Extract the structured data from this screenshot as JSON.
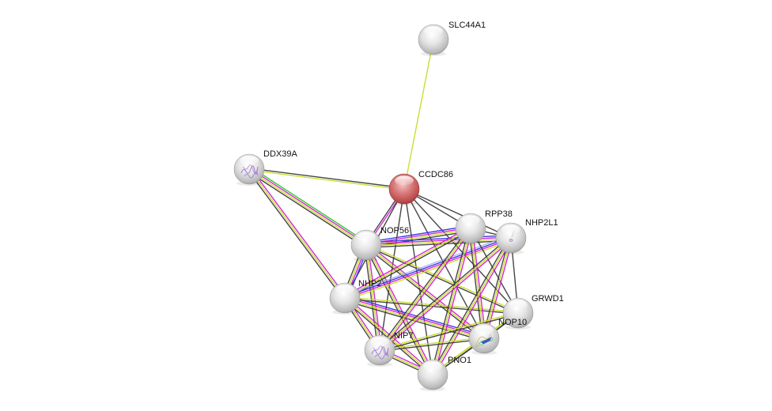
{
  "network": {
    "title": "Protein interaction network",
    "query_protein": "CCDC86",
    "colors": {
      "query_node": "#d46a6a",
      "node": "#d9d9d9",
      "label": "#111111",
      "evidence": {
        "textmining": "#c8dc28",
        "coexpression": "#3c3c3c",
        "experiments": "#d21ed2",
        "databases": "#3232e6",
        "neighborhood": "#28c828",
        "homology": "#a0a0f0"
      }
    },
    "nodes": [
      {
        "id": "SLC44A1",
        "label": "SLC44A1",
        "query": false,
        "structure": "none"
      },
      {
        "id": "CCDC86",
        "label": "CCDC86",
        "query": true,
        "structure": "none"
      },
      {
        "id": "DDX39A",
        "label": "DDX39A",
        "query": false,
        "structure": "purple-ribbon"
      },
      {
        "id": "NOP56",
        "label": "NOP56",
        "query": false,
        "structure": "none"
      },
      {
        "id": "RPP38",
        "label": "RPP38",
        "query": false,
        "structure": "none"
      },
      {
        "id": "NHP2L1",
        "label": "NHP2L1",
        "query": false,
        "structure": "small-purple"
      },
      {
        "id": "NHP2",
        "label": "NHP2",
        "query": false,
        "structure": "none"
      },
      {
        "id": "GRWD1",
        "label": "GRWD1",
        "query": false,
        "structure": "none"
      },
      {
        "id": "NOP10",
        "label": "NOP10",
        "query": false,
        "structure": "rainbow-ribbon"
      },
      {
        "id": "NIP7",
        "label": "NIP7",
        "query": false,
        "structure": "purple-ribbon"
      },
      {
        "id": "PNO1",
        "label": "PNO1",
        "query": false,
        "structure": "none"
      }
    ],
    "edges": [
      {
        "source": "CCDC86",
        "target": "SLC44A1",
        "evidence": [
          "textmining"
        ]
      },
      {
        "source": "CCDC86",
        "target": "DDX39A",
        "evidence": [
          "textmining",
          "coexpression"
        ]
      },
      {
        "source": "CCDC86",
        "target": "NOP56",
        "evidence": [
          "experiments",
          "coexpression"
        ]
      },
      {
        "source": "CCDC86",
        "target": "RPP38",
        "evidence": [
          "coexpression"
        ]
      },
      {
        "source": "CCDC86",
        "target": "NHP2L1",
        "evidence": [
          "coexpression"
        ]
      },
      {
        "source": "CCDC86",
        "target": "NHP2",
        "evidence": [
          "coexpression"
        ]
      },
      {
        "source": "CCDC86",
        "target": "NIP7",
        "evidence": [
          "coexpression"
        ]
      },
      {
        "source": "CCDC86",
        "target": "PNO1",
        "evidence": [
          "coexpression"
        ]
      },
      {
        "source": "CCDC86",
        "target": "NOP10",
        "evidence": [
          "coexpression"
        ]
      },
      {
        "source": "CCDC86",
        "target": "GRWD1",
        "evidence": [
          "coexpression"
        ]
      },
      {
        "source": "DDX39A",
        "target": "NOP56",
        "evidence": [
          "neighborhood",
          "experiments",
          "textmining",
          "coexpression"
        ]
      },
      {
        "source": "DDX39A",
        "target": "NHP2",
        "evidence": [
          "experiments",
          "textmining",
          "coexpression"
        ]
      },
      {
        "source": "NOP56",
        "target": "NHP2",
        "evidence": [
          "databases",
          "experiments",
          "textmining",
          "coexpression"
        ]
      },
      {
        "source": "NOP56",
        "target": "RPP38",
        "evidence": [
          "databases",
          "experiments",
          "textmining",
          "coexpression"
        ]
      },
      {
        "source": "NOP56",
        "target": "NHP2L1",
        "evidence": [
          "databases",
          "experiments",
          "textmining",
          "coexpression"
        ]
      },
      {
        "source": "NOP56",
        "target": "NIP7",
        "evidence": [
          "experiments",
          "textmining",
          "coexpression"
        ]
      },
      {
        "source": "NOP56",
        "target": "PNO1",
        "evidence": [
          "experiments",
          "textmining",
          "coexpression"
        ]
      },
      {
        "source": "NOP56",
        "target": "NOP10",
        "evidence": [
          "experiments",
          "textmining",
          "coexpression"
        ]
      },
      {
        "source": "NOP56",
        "target": "GRWD1",
        "evidence": [
          "textmining",
          "coexpression"
        ]
      },
      {
        "source": "NHP2",
        "target": "RPP38",
        "evidence": [
          "experiments",
          "textmining",
          "coexpression"
        ]
      },
      {
        "source": "NHP2",
        "target": "NHP2L1",
        "evidence": [
          "homology",
          "databases",
          "experiments",
          "textmining"
        ]
      },
      {
        "source": "NHP2",
        "target": "NIP7",
        "evidence": [
          "experiments",
          "textmining",
          "coexpression"
        ]
      },
      {
        "source": "NHP2",
        "target": "PNO1",
        "evidence": [
          "experiments",
          "textmining",
          "coexpression"
        ]
      },
      {
        "source": "NHP2",
        "target": "NOP10",
        "evidence": [
          "databases",
          "experiments",
          "textmining",
          "coexpression"
        ]
      },
      {
        "source": "NHP2",
        "target": "GRWD1",
        "evidence": [
          "textmining",
          "coexpression"
        ]
      },
      {
        "source": "RPP38",
        "target": "NHP2L1",
        "evidence": [
          "coexpression"
        ]
      },
      {
        "source": "RPP38",
        "target": "NIP7",
        "evidence": [
          "experiments",
          "textmining",
          "coexpression"
        ]
      },
      {
        "source": "RPP38",
        "target": "PNO1",
        "evidence": [
          "experiments",
          "textmining",
          "coexpression"
        ]
      },
      {
        "source": "RPP38",
        "target": "NOP10",
        "evidence": [
          "experiments",
          "textmining",
          "coexpression"
        ]
      },
      {
        "source": "RPP38",
        "target": "GRWD1",
        "evidence": [
          "coexpression"
        ]
      },
      {
        "source": "NHP2L1",
        "target": "NIP7",
        "evidence": [
          "experiments",
          "textmining",
          "coexpression"
        ]
      },
      {
        "source": "NHP2L1",
        "target": "PNO1",
        "evidence": [
          "experiments",
          "textmining",
          "coexpression"
        ]
      },
      {
        "source": "NHP2L1",
        "target": "NOP10",
        "evidence": [
          "experiments",
          "textmining",
          "coexpression"
        ]
      },
      {
        "source": "NHP2L1",
        "target": "GRWD1",
        "evidence": [
          "coexpression"
        ]
      },
      {
        "source": "NIP7",
        "target": "PNO1",
        "evidence": [
          "experiments",
          "textmining",
          "coexpression"
        ]
      },
      {
        "source": "NIP7",
        "target": "NOP10",
        "evidence": [
          "textmining",
          "coexpression"
        ]
      },
      {
        "source": "NIP7",
        "target": "GRWD1",
        "evidence": [
          "textmining",
          "coexpression"
        ]
      },
      {
        "source": "PNO1",
        "target": "NOP10",
        "evidence": [
          "textmining",
          "coexpression"
        ]
      },
      {
        "source": "PNO1",
        "target": "GRWD1",
        "evidence": [
          "textmining",
          "coexpression"
        ]
      },
      {
        "source": "NOP10",
        "target": "GRWD1",
        "evidence": [
          "textmining",
          "coexpression"
        ]
      }
    ]
  }
}
